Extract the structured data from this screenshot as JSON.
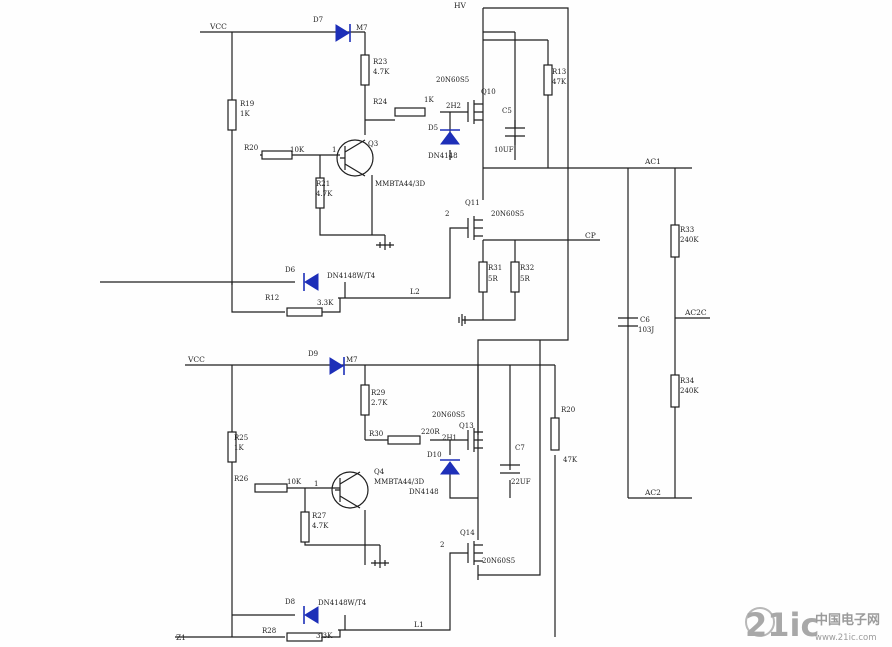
{
  "nets": {
    "vcc_top": "VCC",
    "vcc_bottom": "VCC",
    "hv": "HV",
    "ac1": "AC1",
    "ac2": "AC2",
    "ac2c": "AC2C",
    "cp": "CP",
    "l2": "L2",
    "l1": "L1",
    "z1": "Z1"
  },
  "labels": {
    "d7": "D7",
    "d7_val": "M7",
    "r23": "R23",
    "r23_val": "4.7K",
    "r13": "R13",
    "r13_val": "47K",
    "r24": "R24",
    "r24_val": "1K",
    "q10_type": "20N60S5",
    "q10": "Q10",
    "q10_pin": "2H2",
    "c5": "C5",
    "c5_val": "10UF",
    "d5": "D5",
    "d5_val": "DN4148",
    "r19": "R19",
    "r19_val": "1K",
    "r20": "R20",
    "r20_val": "10K",
    "pin1_top": "1",
    "q3": "Q3",
    "q3_type": "MMBTA44/3D",
    "r21": "R21",
    "r21_val": "4.7K",
    "q11": "Q11",
    "q11_type": "20N60S5",
    "q11_pin": "2",
    "r31": "R31",
    "r31_val": "5R",
    "r32": "R32",
    "r32_val": "5R",
    "d6": "D6",
    "d6_val": "DN4148W/T4",
    "r12": "R12",
    "r12_val": "3.3K",
    "r33": "R33",
    "r33_val": "240K",
    "c6": "C6",
    "c6_val": "103J",
    "r34": "R34",
    "r34_val": "240K",
    "d9": "D9",
    "d9_val": "M7",
    "r29": "R29",
    "r29_val": "2.7K",
    "r30": "R30",
    "r30_val": "220R",
    "pin_2h1": "2H1",
    "q13_type": "20N60S5",
    "q13": "Q13",
    "r20b": "R20",
    "r20b_val": "47K",
    "c7": "C7",
    "c7_val": "22UF",
    "d10": "D10",
    "d10_val": "DN4148",
    "r25": "R25",
    "r25_val": "1K",
    "r26": "R26",
    "r26_val": "10K",
    "pin1_bot": "1",
    "q4": "Q4",
    "q4_type": "MMBTA44/3D",
    "r27": "R27",
    "r27_val": "4.7K",
    "q14": "Q14",
    "q14_type": "20N60S5",
    "q14_pin": "2",
    "d8": "D8",
    "d8_val": "DN4148W/T4",
    "r28": "R28",
    "r28_val": "3.3K"
  },
  "watermark": {
    "brand": "21ic",
    "site": "中国电子网",
    "domain": "www.21ic.com"
  },
  "colors": {
    "diode": "#1d2fb8",
    "wire": "#1f1f1f",
    "watermark": "#9b9b9b"
  }
}
